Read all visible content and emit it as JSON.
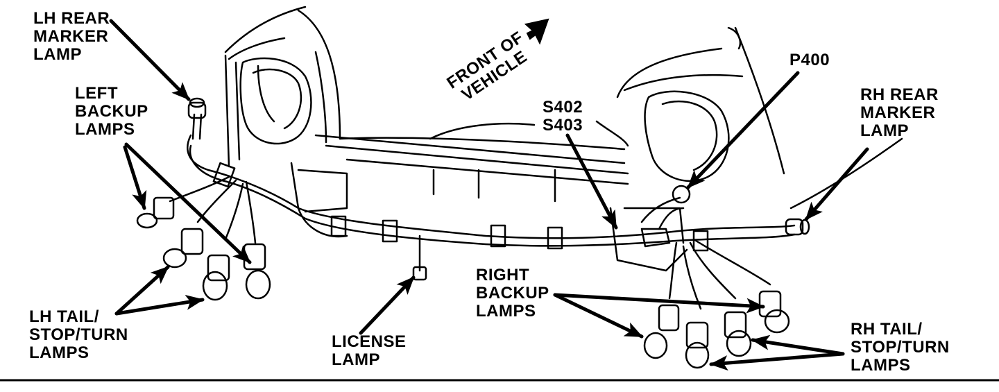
{
  "labels": {
    "lh_rear_marker": [
      "LH REAR",
      "MARKER",
      "LAMP"
    ],
    "left_backup": [
      "LEFT",
      "BACKUP",
      "LAMPS"
    ],
    "lh_tail": [
      "LH TAIL/",
      "STOP/TURN",
      "LAMPS"
    ],
    "license": [
      "LICENSE",
      "LAMP"
    ],
    "front_of_vehicle": [
      "FRONT OF",
      "VEHICLE"
    ],
    "splices": [
      "S402",
      "S403"
    ],
    "p400": "P400",
    "rh_rear_marker": [
      "RH REAR",
      "MARKER",
      "LAMP"
    ],
    "right_backup": [
      "RIGHT",
      "BACKUP",
      "LAMPS"
    ],
    "rh_tail": [
      "RH TAIL/",
      "STOP/TURN",
      "LAMPS"
    ]
  },
  "colors": {
    "ink": "#000000",
    "paper": "#ffffff"
  }
}
